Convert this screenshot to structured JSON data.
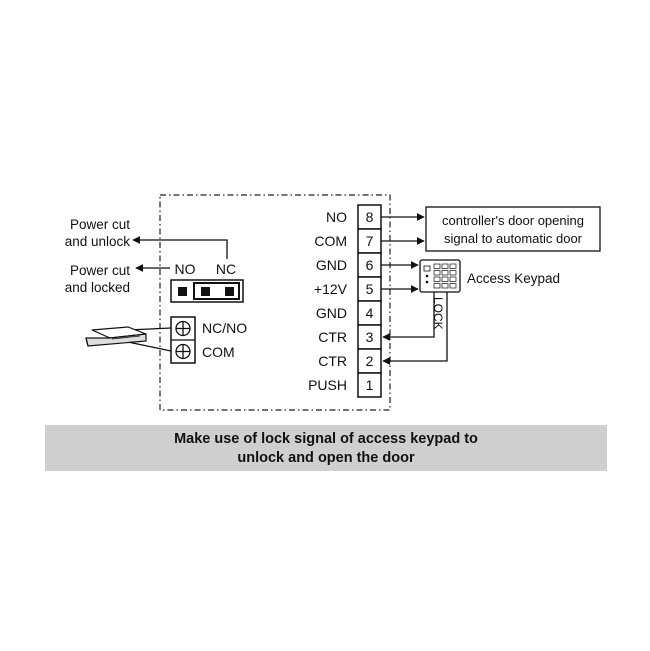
{
  "terminals": [
    {
      "num": "8",
      "label": "NO"
    },
    {
      "num": "7",
      "label": "COM"
    },
    {
      "num": "6",
      "label": "GND"
    },
    {
      "num": "5",
      "label": "+12V"
    },
    {
      "num": "4",
      "label": "GND"
    },
    {
      "num": "3",
      "label": "CTR"
    },
    {
      "num": "2",
      "label": "CTR"
    },
    {
      "num": "1",
      "label": "PUSH"
    }
  ],
  "jumper": {
    "no_label": "NO",
    "nc_label": "NC"
  },
  "power_cut_unlock": [
    "Power cut",
    "and unlock"
  ],
  "power_cut_locked": [
    "Power cut",
    "and locked"
  ],
  "lock_terminals": {
    "nc_no_label": "NC/NO",
    "com_label": "COM"
  },
  "controller_box": [
    "controller's door opening",
    "signal to automatic door"
  ],
  "keypad": {
    "label": "Access Keypad",
    "lock_label": "LOCK"
  },
  "caption": [
    "Make use of lock signal of access keypad to",
    "unlock and open the door"
  ]
}
